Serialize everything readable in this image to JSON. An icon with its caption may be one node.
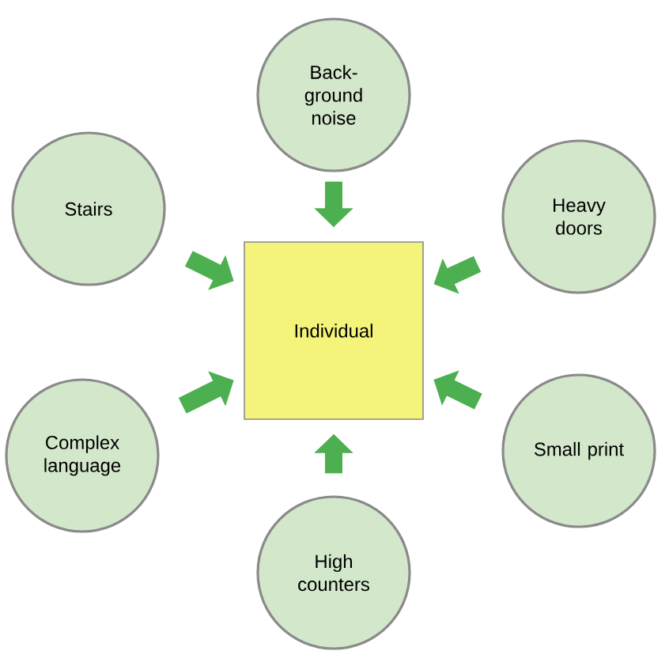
{
  "diagram": {
    "nodes": [
      {
        "text": [
          "Back-ground noise"
        ]
      },
      {
        "text": [
          "Stairs"
        ]
      },
      {
        "text": [
          "Heavy doors"
        ]
      },
      {
        "text": [
          "Individual"
        ]
      },
      {
        "text": [
          "Complex language"
        ]
      },
      {
        "text": [
          "Small print"
        ]
      },
      {
        "text": [
          "High counters"
        ]
      }
    ],
    "edges": [
      {
        "from": 0,
        "to": 3,
        "arrow": "to"
      },
      {
        "from": 1,
        "to": 3,
        "arrow": "to"
      },
      {
        "from": 2,
        "to": 3,
        "arrow": "to"
      },
      {
        "from": 4,
        "to": 3,
        "arrow": "to"
      },
      {
        "from": 5,
        "to": 3,
        "arrow": "to"
      },
      {
        "from": 6,
        "to": 3,
        "arrow": "to"
      }
    ]
  }
}
